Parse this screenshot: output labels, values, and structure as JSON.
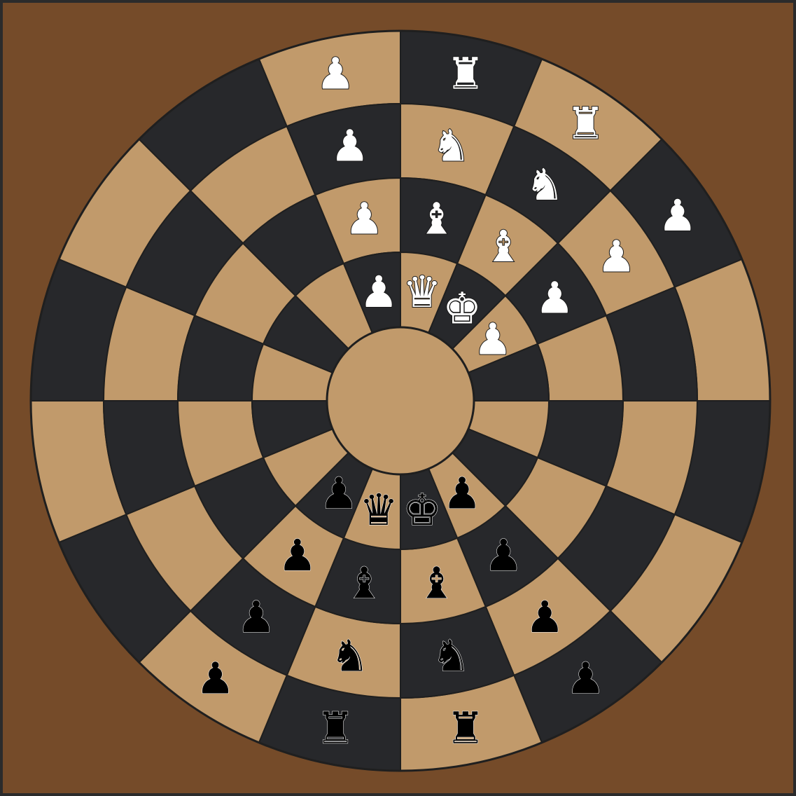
{
  "colors": {
    "frame": "#754b29",
    "frame_border": "#2b2b2b",
    "light_square": "#c19a6b",
    "dark_square": "#27282b",
    "grid_line": "#1f1f1f",
    "white_piece_fill": "#ffffff",
    "white_piece_stroke": "#1a1a1a",
    "black_piece_fill": "#000000",
    "black_piece_stroke": "#ffffff"
  },
  "board": {
    "rings": 4,
    "sectors": 16
  },
  "pieces": [
    {
      "name": "white-rook-1",
      "color": "white",
      "type": "rook",
      "ring": 0,
      "sector": 12
    },
    {
      "name": "white-rook-2",
      "color": "white",
      "type": "rook",
      "ring": 0,
      "sector": 13
    },
    {
      "name": "white-knight-1",
      "color": "white",
      "type": "knight",
      "ring": 1,
      "sector": 12
    },
    {
      "name": "white-knight-2",
      "color": "white",
      "type": "knight",
      "ring": 1,
      "sector": 13
    },
    {
      "name": "white-bishop-1",
      "color": "white",
      "type": "bishop",
      "ring": 2,
      "sector": 12
    },
    {
      "name": "white-bishop-2",
      "color": "white",
      "type": "bishop",
      "ring": 2,
      "sector": 13
    },
    {
      "name": "white-queen",
      "color": "white",
      "type": "queen",
      "ring": 3,
      "sector": 12
    },
    {
      "name": "white-king",
      "color": "white",
      "type": "king",
      "ring": 3,
      "sector": 13
    },
    {
      "name": "white-pawn-1",
      "color": "white",
      "type": "pawn",
      "ring": 0,
      "sector": 11
    },
    {
      "name": "white-pawn-2",
      "color": "white",
      "type": "pawn",
      "ring": 1,
      "sector": 11
    },
    {
      "name": "white-pawn-3",
      "color": "white",
      "type": "pawn",
      "ring": 2,
      "sector": 11
    },
    {
      "name": "white-pawn-4",
      "color": "white",
      "type": "pawn",
      "ring": 3,
      "sector": 11
    },
    {
      "name": "white-pawn-5",
      "color": "white",
      "type": "pawn",
      "ring": 0,
      "sector": 14
    },
    {
      "name": "white-pawn-6",
      "color": "white",
      "type": "pawn",
      "ring": 1,
      "sector": 14
    },
    {
      "name": "white-pawn-7",
      "color": "white",
      "type": "pawn",
      "ring": 2,
      "sector": 14
    },
    {
      "name": "white-pawn-8",
      "color": "white",
      "type": "pawn",
      "ring": 3,
      "sector": 14
    },
    {
      "name": "black-rook-1",
      "color": "black",
      "type": "rook",
      "ring": 0,
      "sector": 4
    },
    {
      "name": "black-rook-2",
      "color": "black",
      "type": "rook",
      "ring": 0,
      "sector": 3
    },
    {
      "name": "black-knight-1",
      "color": "black",
      "type": "knight",
      "ring": 1,
      "sector": 4
    },
    {
      "name": "black-knight-2",
      "color": "black",
      "type": "knight",
      "ring": 1,
      "sector": 3
    },
    {
      "name": "black-bishop-1",
      "color": "black",
      "type": "bishop",
      "ring": 2,
      "sector": 4
    },
    {
      "name": "black-bishop-2",
      "color": "black",
      "type": "bishop",
      "ring": 2,
      "sector": 3
    },
    {
      "name": "black-queen",
      "color": "black",
      "type": "queen",
      "ring": 3,
      "sector": 4
    },
    {
      "name": "black-king",
      "color": "black",
      "type": "king",
      "ring": 3,
      "sector": 3
    },
    {
      "name": "black-pawn-1",
      "color": "black",
      "type": "pawn",
      "ring": 0,
      "sector": 5
    },
    {
      "name": "black-pawn-2",
      "color": "black",
      "type": "pawn",
      "ring": 1,
      "sector": 5
    },
    {
      "name": "black-pawn-3",
      "color": "black",
      "type": "pawn",
      "ring": 2,
      "sector": 5
    },
    {
      "name": "black-pawn-4",
      "color": "black",
      "type": "pawn",
      "ring": 3,
      "sector": 5
    },
    {
      "name": "black-pawn-5",
      "color": "black",
      "type": "pawn",
      "ring": 0,
      "sector": 2
    },
    {
      "name": "black-pawn-6",
      "color": "black",
      "type": "pawn",
      "ring": 1,
      "sector": 2
    },
    {
      "name": "black-pawn-7",
      "color": "black",
      "type": "pawn",
      "ring": 2,
      "sector": 2
    },
    {
      "name": "black-pawn-8",
      "color": "black",
      "type": "pawn",
      "ring": 3,
      "sector": 2
    }
  ]
}
